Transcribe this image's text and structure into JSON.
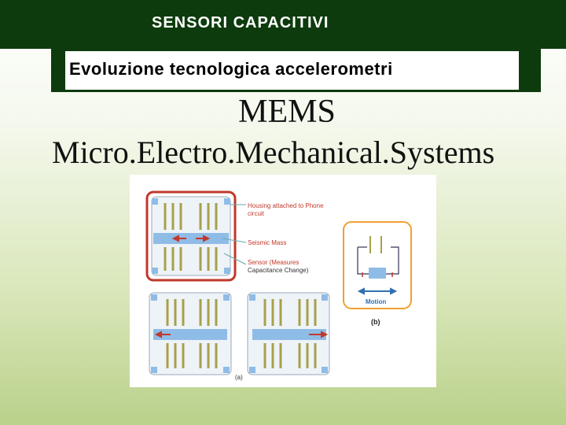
{
  "header": {
    "title": "SENSORI CAPACITIVI",
    "subtitle": "Evoluzione tecnologica accelerometri"
  },
  "content": {
    "heading_line1": "MEMS",
    "heading_line2": "Micro.Electro.Mechanical.Systems"
  },
  "figure": {
    "labels": {
      "housing": "Housing attached to Phone",
      "housing2": "circuit",
      "seismic_mass": "Seismic Mass",
      "sensor": "Sensor (Measures",
      "sensor2": "Capacitance Change)",
      "motion": "Motion",
      "panel_a": "(a)",
      "panel_b": "(b)"
    },
    "colors": {
      "mass_blue": "#8fbce6",
      "comb_olive": "#a8a04a",
      "housing_red": "#c0392b",
      "panel_b_orange": "#f0a030"
    }
  }
}
